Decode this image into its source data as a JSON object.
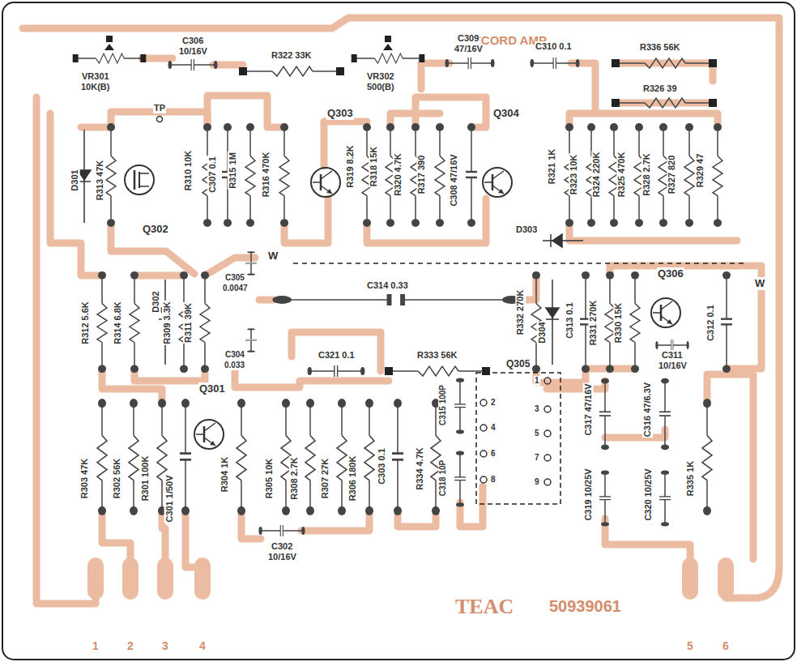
{
  "diagram": {
    "title": "RECORD AMP",
    "labels": [
      "VR301",
      "10K(B)",
      "C306",
      "10/16V",
      "R322 33K",
      "VR302",
      "500(B)",
      "C309",
      "47/16V",
      "C310 0.1",
      "R336 56K",
      "R326 39",
      "TP",
      "D301",
      "R313 47K",
      "Q302",
      "R310 10K",
      "C307 0.1",
      "R315 1M",
      "R316 470K",
      "Q303",
      "R319 8.2K",
      "R318 15K",
      "R320 4.7K",
      "R317 390",
      "C308 47/16V",
      "Q304",
      "R321 1K",
      "R323 10K",
      "R324 220K",
      "R325 470K",
      "R328 2.7K",
      "R327 820",
      "R329 47",
      "D303",
      "W",
      "C305",
      "0.0047",
      "C314 0.33",
      "R312 5.6K",
      "R314 6.8K",
      "D302",
      "R309 3.3K",
      "R311 39K",
      "C304",
      "0.033",
      "R332 270K",
      "D304",
      "C313 0.1",
      "R331 270K",
      "R330 15K",
      "Q306",
      "C311",
      "10/16V",
      "C312 0.1",
      "W",
      "C321 0.1",
      "R333 56K",
      "Q305",
      "Q301",
      "R303 47K",
      "R302 56K",
      "R301 100K",
      "C301 1/50V",
      "R304 1K",
      "R305 10K",
      "R308 2.7K",
      "R307 27K",
      "R306 180K",
      "C303 0.1",
      "R334 4.7K",
      "C315 100P",
      "C318 10P",
      "2",
      "4",
      "6",
      "8",
      "1",
      "3",
      "5",
      "7",
      "9",
      "C317 47/16V",
      "C316 47/6.3V",
      "C319 10/25V",
      "C320 10/25V",
      "R335 1K",
      "C302",
      "10/16V",
      "TEAC",
      "50939061",
      "1",
      "2",
      "3",
      "4",
      "5",
      "6"
    ]
  }
}
